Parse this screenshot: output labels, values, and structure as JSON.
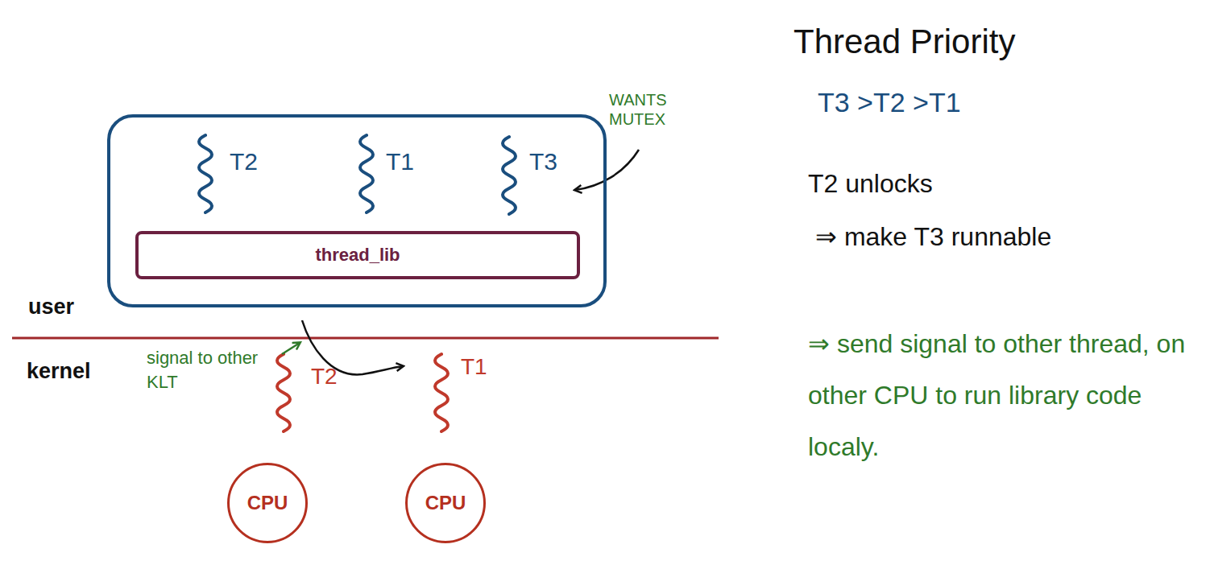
{
  "diagram": {
    "nodes": [
      {
        "text": [
          "T2",
          "T1",
          "T3"
        ]
      },
      {
        "text": [
          "thread_lib"
        ],
        "in": 0
      },
      {
        "text": [
          "CPU"
        ]
      },
      {
        "text": [
          "CPU"
        ]
      }
    ],
    "labels": [
      "WANTS MUTEX",
      "user",
      "kernel",
      "signal to other KLT",
      "T2",
      "T1",
      "Thread Priority",
      "T3 >T2 >T1",
      "T2 unlocks",
      "⇒ make T3 runnable",
      "⇒ send signal to other thread, on other CPU to run library code localy."
    ]
  }
}
